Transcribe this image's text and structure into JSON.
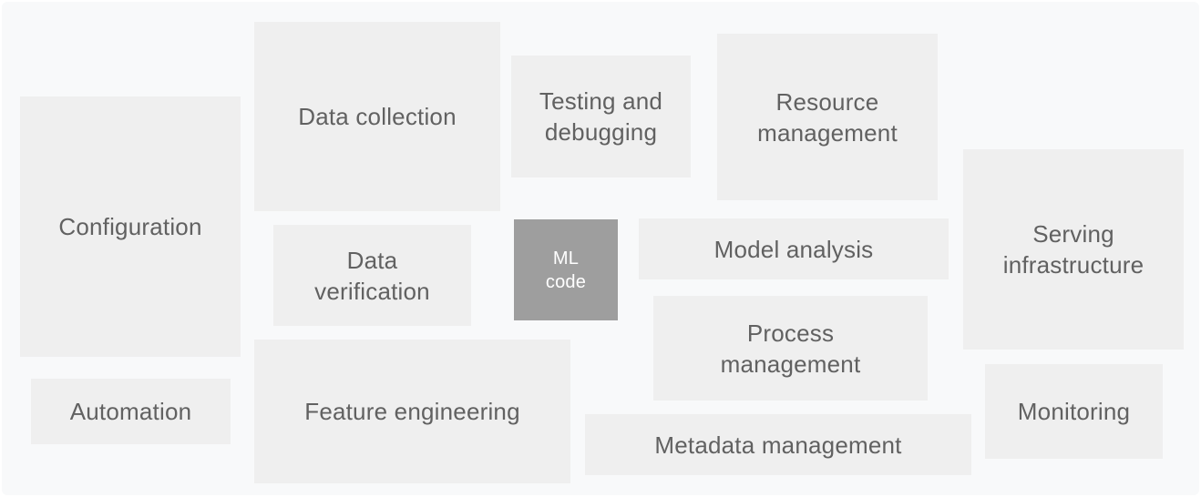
{
  "diagram": {
    "components": {
      "configuration": "Configuration",
      "data_collection": "Data collection",
      "testing_line1": "Testing and",
      "testing_line2": "debugging",
      "resource_line1": "Resource",
      "resource_line2": "management",
      "serving_line1": "Serving",
      "serving_line2": "infrastructure",
      "data_verification_line1": "Data",
      "data_verification_line2": "verification",
      "ml_code_line1": "ML",
      "ml_code_line2": "code",
      "model_analysis": "Model analysis",
      "process_line1": "Process",
      "process_line2": "management",
      "automation": "Automation",
      "feature_engineering": "Feature engineering",
      "metadata_management": "Metadata management",
      "monitoring": "Monitoring"
    },
    "colors": {
      "canvas_background": "#f8f9fa",
      "box_fill": "#efefef",
      "box_text": "#616161",
      "ml_code_fill": "#9e9e9e",
      "ml_code_text": "#ffffff"
    }
  }
}
